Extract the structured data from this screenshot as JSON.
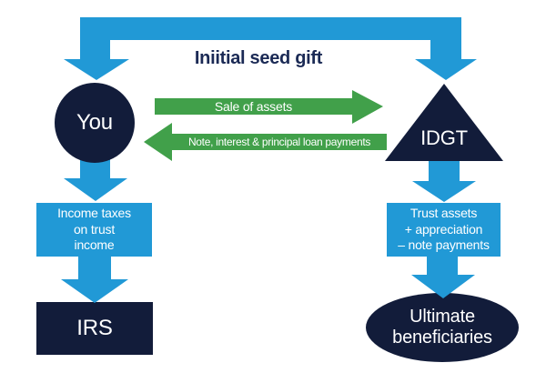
{
  "title": "Iniitial seed gift",
  "colors": {
    "light_blue": "#2199d6",
    "navy": "#121c3a",
    "green": "#41a04a",
    "title_text": "#1b2a55",
    "label_text": "#ffffff",
    "background": "#ffffff"
  },
  "nodes": {
    "you": {
      "label": "You",
      "shape": "circle"
    },
    "idgt": {
      "label": "IDGT",
      "shape": "triangle"
    },
    "irs": {
      "label": "IRS",
      "shape": "rectangle"
    },
    "income_taxes": {
      "lines": [
        "Income taxes",
        "on trust",
        "income"
      ],
      "shape": "rectangle"
    },
    "trust_assets": {
      "lines": [
        "Trust assets",
        "+ appreciation",
        "– note payments"
      ],
      "shape": "rectangle"
    },
    "ultimate_beneficiaries": {
      "lines": [
        "Ultimate",
        "beneficiaries"
      ],
      "shape": "ellipse"
    }
  },
  "flows": {
    "sale_of_assets": "Sale of assets",
    "loan_payments": "Note, interest & principal loan payments"
  }
}
